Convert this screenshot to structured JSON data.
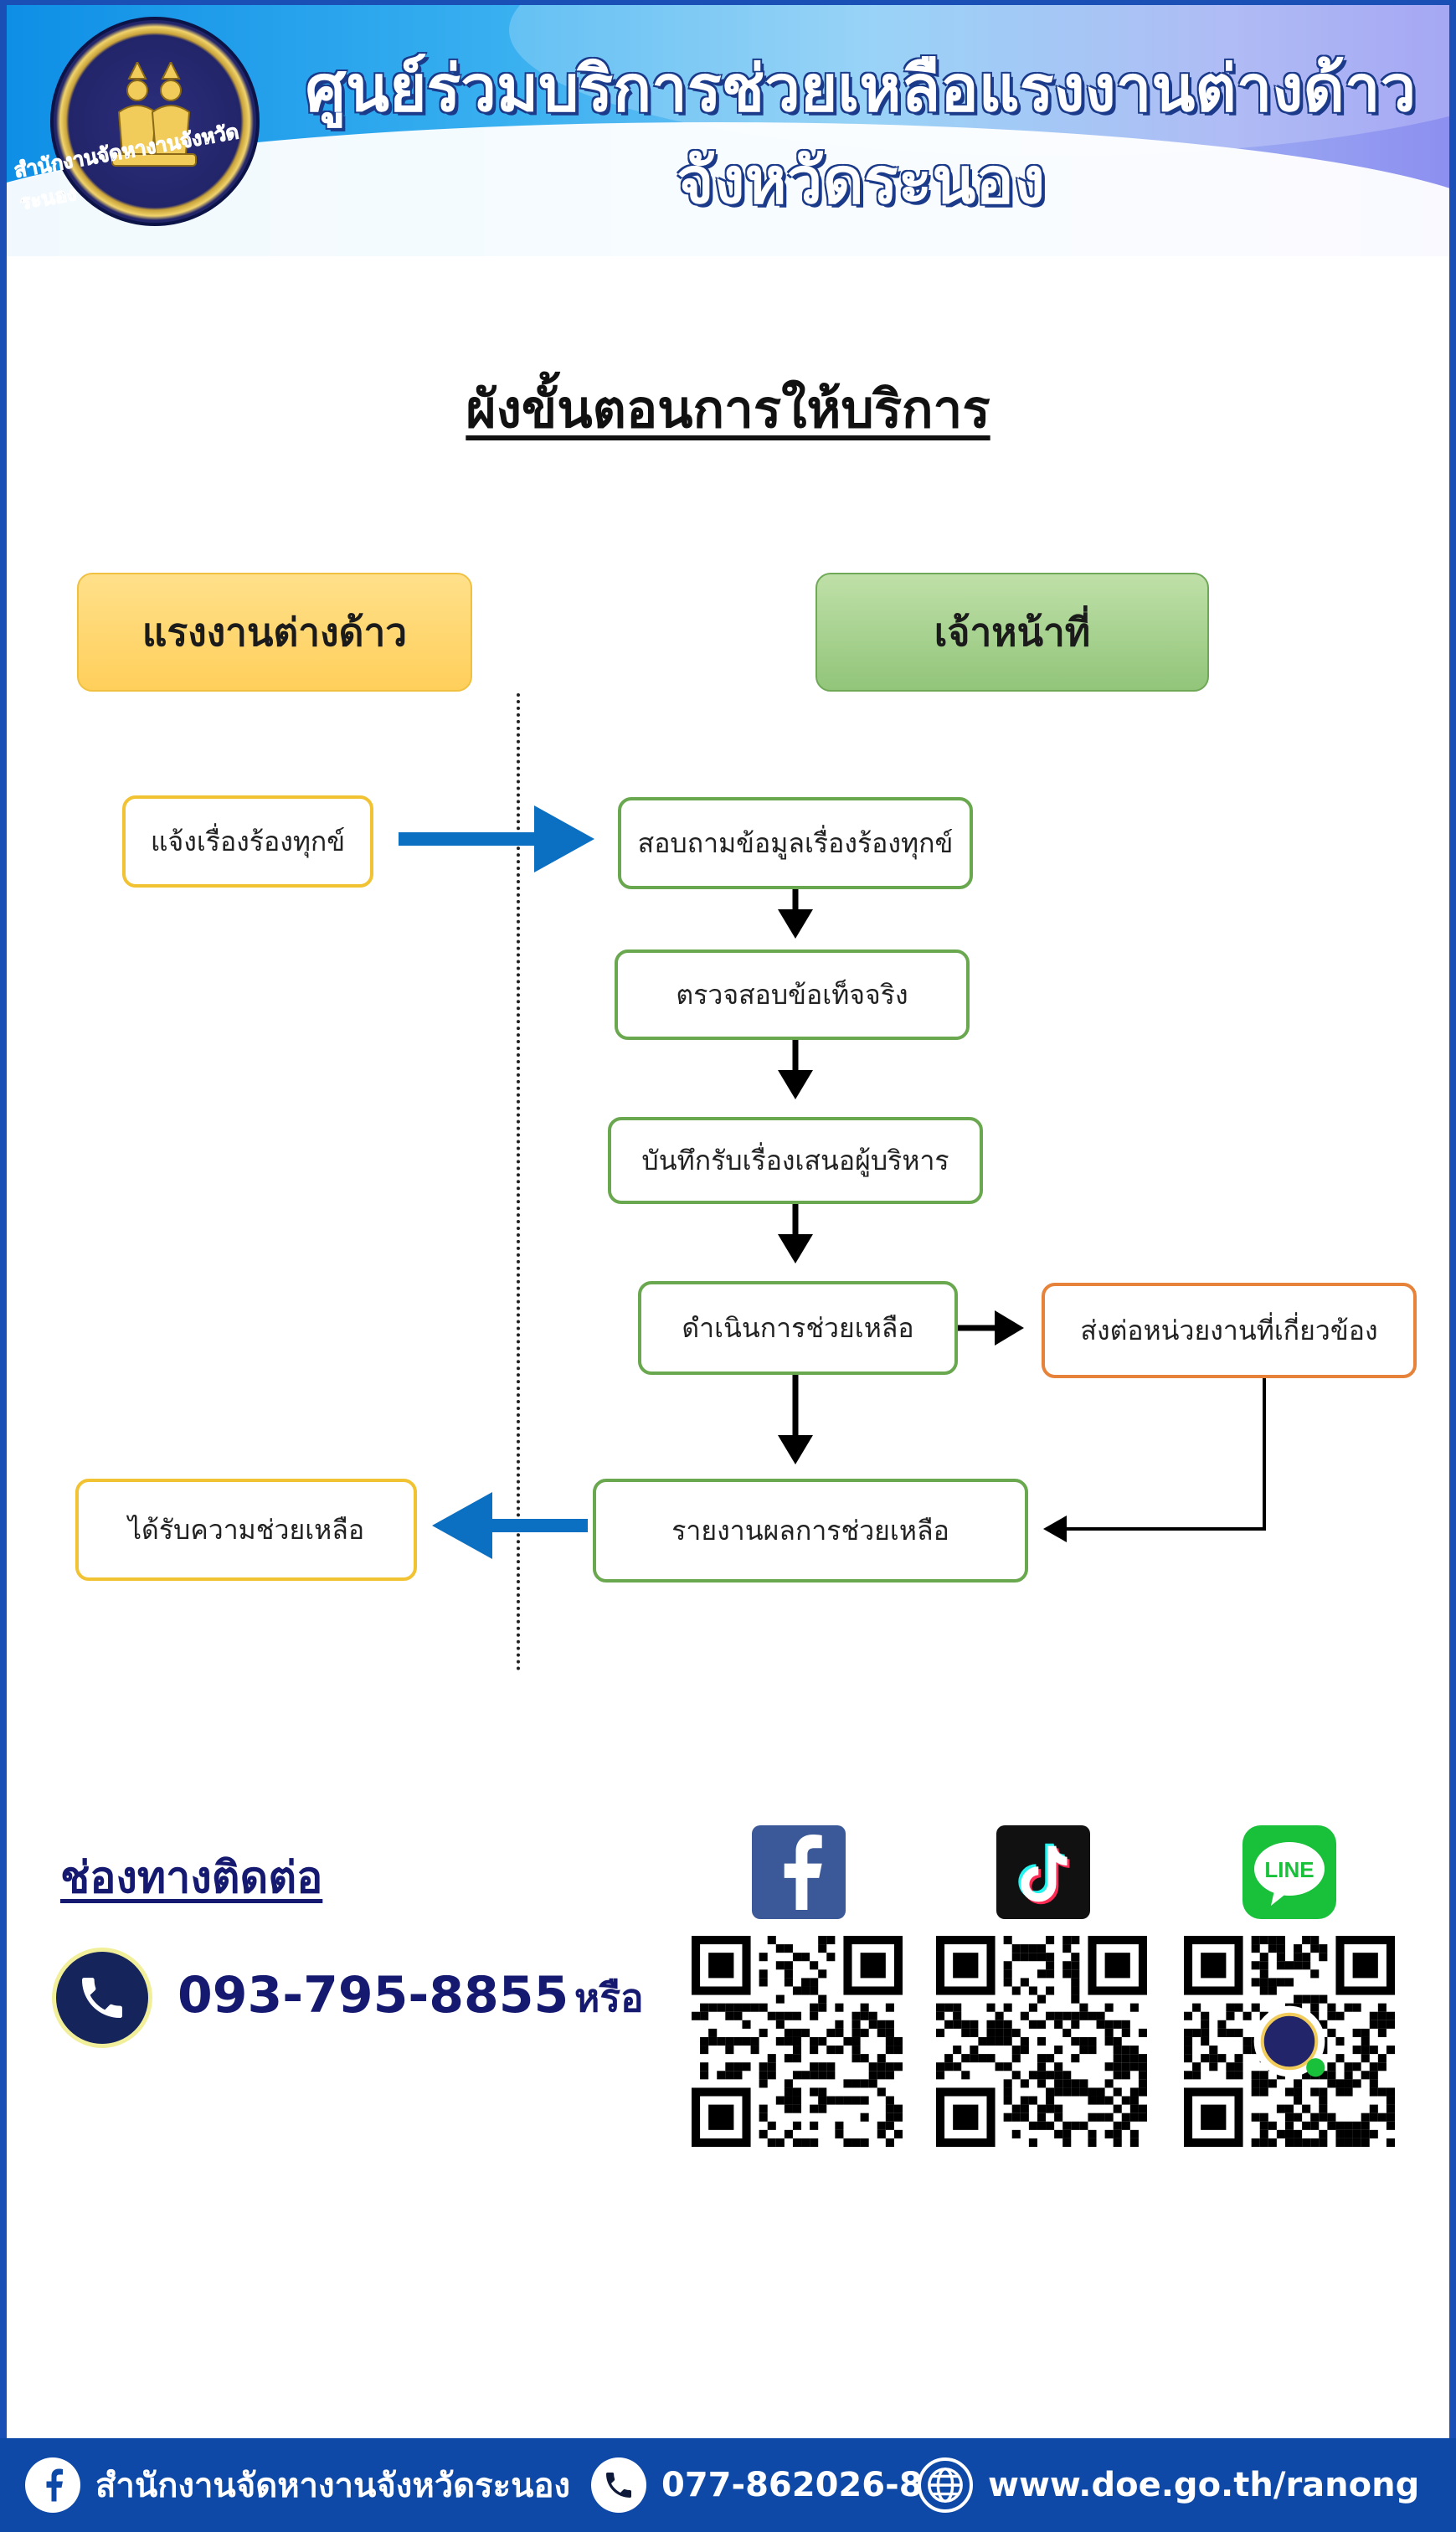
{
  "header": {
    "title_line1": "ศูนย์ร่วมบริการช่วยเหลือแรงงานต่างด้าว",
    "title_line2": "จังหวัดระนอง",
    "seal_text": "สำนักงานจัดหางานจังหวัดระนอง"
  },
  "flowchart": {
    "title": "ผังขั้นตอนการให้บริการ",
    "lane_worker": "แรงงานต่างด้าว",
    "lane_officer": "เจ้าหน้าที่",
    "steps": {
      "report_complaint": "แจ้งเรื่องร้องทุกข์",
      "inquire_info": "สอบถามข้อมูลเรื่องร้องทุกข์",
      "verify_facts": "ตรวจสอบข้อเท็จจริง",
      "record_present": "บันทึกรับเรื่องเสนอผู้บริหาร",
      "perform_help": "ดำเนินการช่วยเหลือ",
      "forward_agency": "ส่งต่อหน่วยงานที่เกี่ยวข้อง",
      "report_result": "รายงานผลการช่วยเหลือ",
      "receive_help": "ได้รับความช่วยเหลือ"
    }
  },
  "contact": {
    "title": "ช่องทางติดต่อ",
    "phone": "093-795-8855",
    "or_text": "หรือ",
    "social": [
      "facebook-icon",
      "tiktok-icon",
      "line-icon"
    ],
    "line_label": "LINE"
  },
  "footer": {
    "facebook": "สำนักงานจัดหางานจังหวัดระนอง",
    "phone": "077-862026-8",
    "website": "www.doe.go.th/ranong"
  },
  "colors": {
    "brand_blue": "#0f49a8",
    "navy_text": "#151a70",
    "worker_lane": "#ffcf5b",
    "officer_lane": "#92c57a",
    "box_yellow_border": "#f1c232",
    "box_green_border": "#6aa84f",
    "box_orange_border": "#e6823a",
    "blue_arrow": "#0b6fc2"
  }
}
